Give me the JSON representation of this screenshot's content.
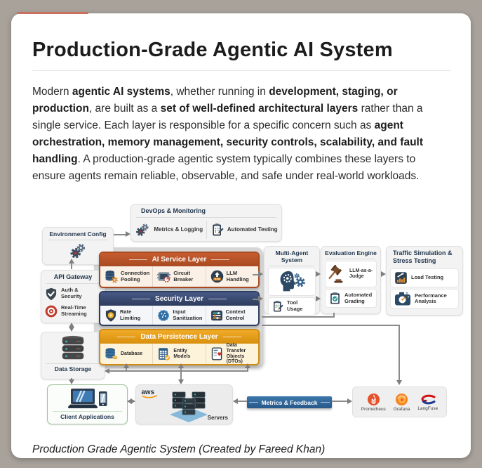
{
  "page": {
    "title": "Production-Grade Agentic AI System",
    "caption": "Production Grade Agentic System (Created by Fareed Khan)",
    "paragraph_runs": [
      {
        "text": "Modern ",
        "bold": false
      },
      {
        "text": "agentic AI systems",
        "bold": true
      },
      {
        "text": ", whether running in ",
        "bold": false
      },
      {
        "text": "development, staging, or production",
        "bold": true
      },
      {
        "text": ", are built as a ",
        "bold": false
      },
      {
        "text": "set of well-defined architectural layers",
        "bold": true
      },
      {
        "text": " rather than a single service. Each layer is responsible for a specific concern such as ",
        "bold": false
      },
      {
        "text": "agent orchestration, memory management, security controls, scalability, and fault handling",
        "bold": true
      },
      {
        "text": ". A production-grade agentic system typically combines these layers to ensure agents remain reliable, observable, and safe under real-world workloads.",
        "bold": false
      }
    ]
  },
  "colors": {
    "accent": "#c9705f",
    "ai_layer": "#b5502a",
    "security_layer": "#35456b",
    "persistence_layer": "#e29d1d",
    "metrics_banner": "#2f6a9e",
    "arrow": "#8a8a8a",
    "client_border": "#9cc39a"
  },
  "diagram": {
    "devops": {
      "title": "DevOps & Monitoring",
      "items": [
        {
          "label": "Metrics & Logging",
          "icon": "gears-icon"
        },
        {
          "label": "Automated Testing",
          "icon": "clipboard-pencil-icon"
        }
      ]
    },
    "environment_config": {
      "title": "Environment Config",
      "icon": "gears-icon"
    },
    "api_gateway": {
      "title": "API Gateway",
      "items": [
        {
          "label": "Auth & Security",
          "icon": "shield-check-icon"
        },
        {
          "label": "Real-Time Streaming",
          "icon": "target-icon"
        }
      ]
    },
    "data_storage": {
      "label": "Data Storage",
      "icon": "database-stack-icon"
    },
    "layers": {
      "ai_service": {
        "title": "AI Service Layer",
        "items": [
          {
            "label": "Connection Pooling",
            "icon": "database-gear-icon"
          },
          {
            "label": "Circuit Breaker",
            "icon": "chip-gauge-icon"
          },
          {
            "label": "LLM Handling",
            "icon": "arrow-up-circle-icon"
          }
        ]
      },
      "security": {
        "title": "Security Layer",
        "items": [
          {
            "label": "Rate Limiting",
            "icon": "shield-bolt-icon"
          },
          {
            "label": "Input Sanitization",
            "icon": "scrubber-ball-icon"
          },
          {
            "label": "Context Control",
            "icon": "sliders-icon"
          }
        ]
      },
      "data_persistence": {
        "title": "Data Persistence Layer",
        "items": [
          {
            "label": "Database",
            "icon": "database-icon"
          },
          {
            "label": "Entity Models",
            "icon": "table-check-icon"
          },
          {
            "label": "Data Transfer Objects (DTOs)",
            "icon": "document-heart-icon"
          }
        ]
      }
    },
    "multi_agent": {
      "title": "Multi-Agent System",
      "icon": "brain-gears-icon",
      "items": [
        {
          "label": "Tool Usage",
          "icon": "clipboard-pencil-icon"
        }
      ]
    },
    "evaluation": {
      "title": "Evaluation Engine",
      "items": [
        {
          "label": "LLM-as-a-Judge",
          "icon": "gavel-icon"
        },
        {
          "label": "Automated Grading",
          "icon": "clipboard-check-icon"
        }
      ]
    },
    "traffic": {
      "title": "Traffic Simulation & Stress Testing",
      "items": [
        {
          "label": "Load Testing",
          "icon": "bar-chart-arrow-icon"
        },
        {
          "label": "Performance Analysis",
          "icon": "camera-gauge-icon"
        }
      ]
    },
    "client_apps": {
      "label": "Client Applications",
      "icon": "laptop-phone-icon"
    },
    "servers": {
      "label": "Servers",
      "brand": "aws",
      "icon": "server-stack-icon"
    },
    "metrics_feedback": {
      "label": "Metrics & Feedback"
    },
    "observability": {
      "items": [
        {
          "label": "Prometheus",
          "icon": "prometheus-logo"
        },
        {
          "label": "Grafana",
          "icon": "grafana-logo"
        },
        {
          "label": "LangFuse",
          "icon": "langfuse-logo"
        }
      ]
    }
  }
}
